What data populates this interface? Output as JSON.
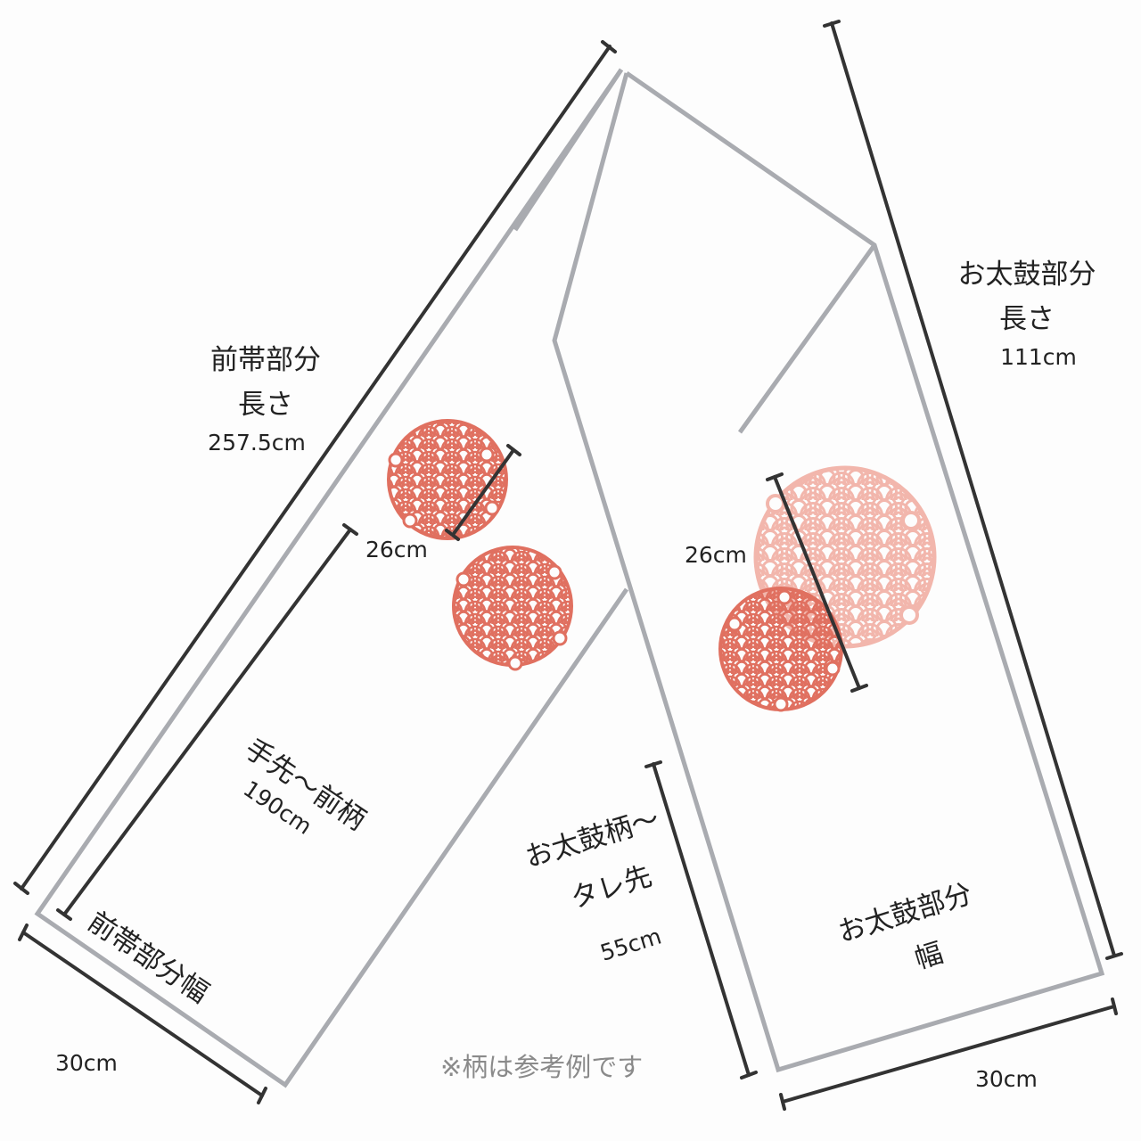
{
  "labels": {
    "maeobi_length_title": "前帯部分",
    "maeobi_length_sub": "長さ",
    "maeobi_length_value": "257.5cm",
    "otaiko_length_title": "お太鼓部分",
    "otaiko_length_sub": "長さ",
    "otaiko_length_value": "111cm",
    "pattern_left_size": "26cm",
    "pattern_right_size": "26cm",
    "tesaki_label": "手先〜前柄",
    "tesaki_value": "190cm",
    "otaiko_pattern_label_1": "お太鼓柄〜",
    "otaiko_pattern_label_2": "タレ先",
    "otaiko_pattern_value": "55cm",
    "maeobi_width_label": "前帯部分幅",
    "maeobi_width_value": "30cm",
    "otaiko_width_title": "お太鼓部分",
    "otaiko_width_sub": "幅",
    "otaiko_width_value": "30cm",
    "note": "※柄は参考例です"
  },
  "colors": {
    "outline": "#a9abb0",
    "dimension_line": "#333333",
    "pattern_red": "#e07060",
    "pattern_light": "#f2b3a8",
    "text": "#222222",
    "note_text": "#8a8a8a"
  },
  "icons": {
    "pattern": "seigaiha-wave-medallion"
  }
}
